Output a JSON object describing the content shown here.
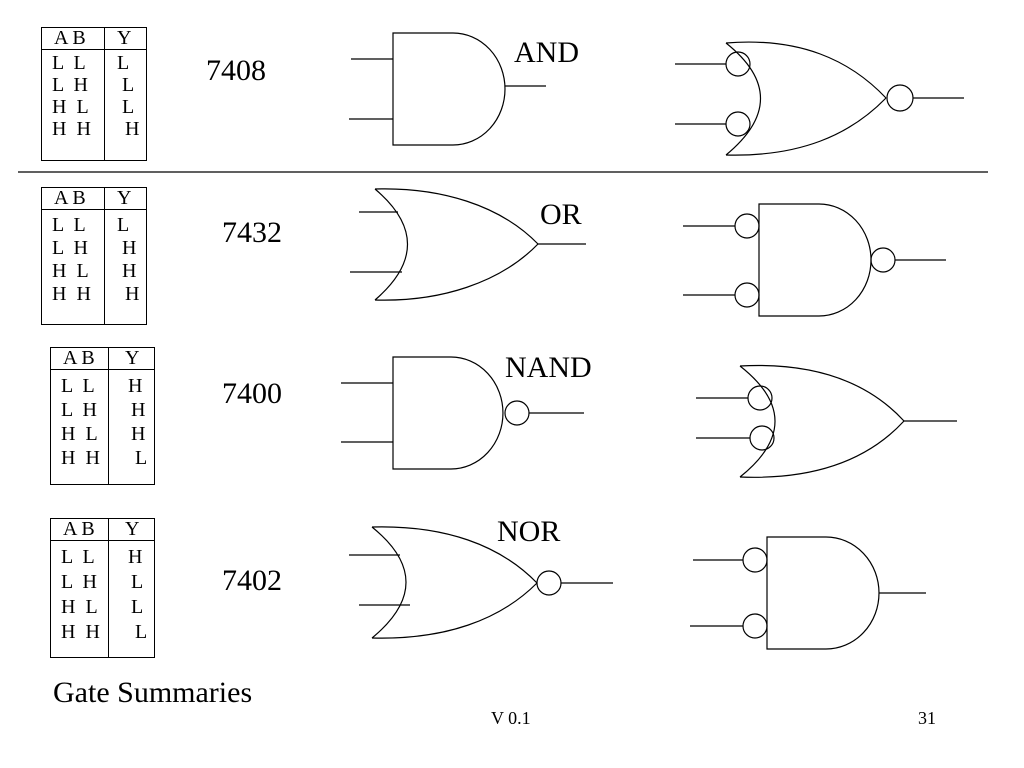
{
  "rows": [
    {
      "part": "7408",
      "gate": "AND",
      "table": {
        "head_ab": "A B",
        "head_y": "Y",
        "ab": [
          "L  L",
          "L  H",
          "H  L",
          "H  H"
        ],
        "y": [
          "L",
          "L",
          "L",
          "H"
        ]
      }
    },
    {
      "part": "7432",
      "gate": "OR",
      "table": {
        "head_ab": "A B",
        "head_y": "Y",
        "ab": [
          "L  L",
          "L  H",
          "H  L",
          "H  H"
        ],
        "y": [
          "L",
          "H",
          "H",
          "H"
        ]
      }
    },
    {
      "part": "7400",
      "gate": "NAND",
      "table": {
        "head_ab": "A B",
        "head_y": "Y",
        "ab": [
          "L  L",
          "L  H",
          "H  L",
          "H  H"
        ],
        "y": [
          "H",
          "H",
          "H",
          "L"
        ]
      }
    },
    {
      "part": "7402",
      "gate": "NOR",
      "table": {
        "head_ab": "A B",
        "head_y": "Y",
        "ab": [
          "L  L",
          "L  H",
          "H  L",
          "H  H"
        ],
        "y": [
          "H",
          "L",
          "L",
          "L"
        ]
      }
    }
  ],
  "title": "Gate Summaries",
  "version": "V 0.1",
  "page_number": "31"
}
